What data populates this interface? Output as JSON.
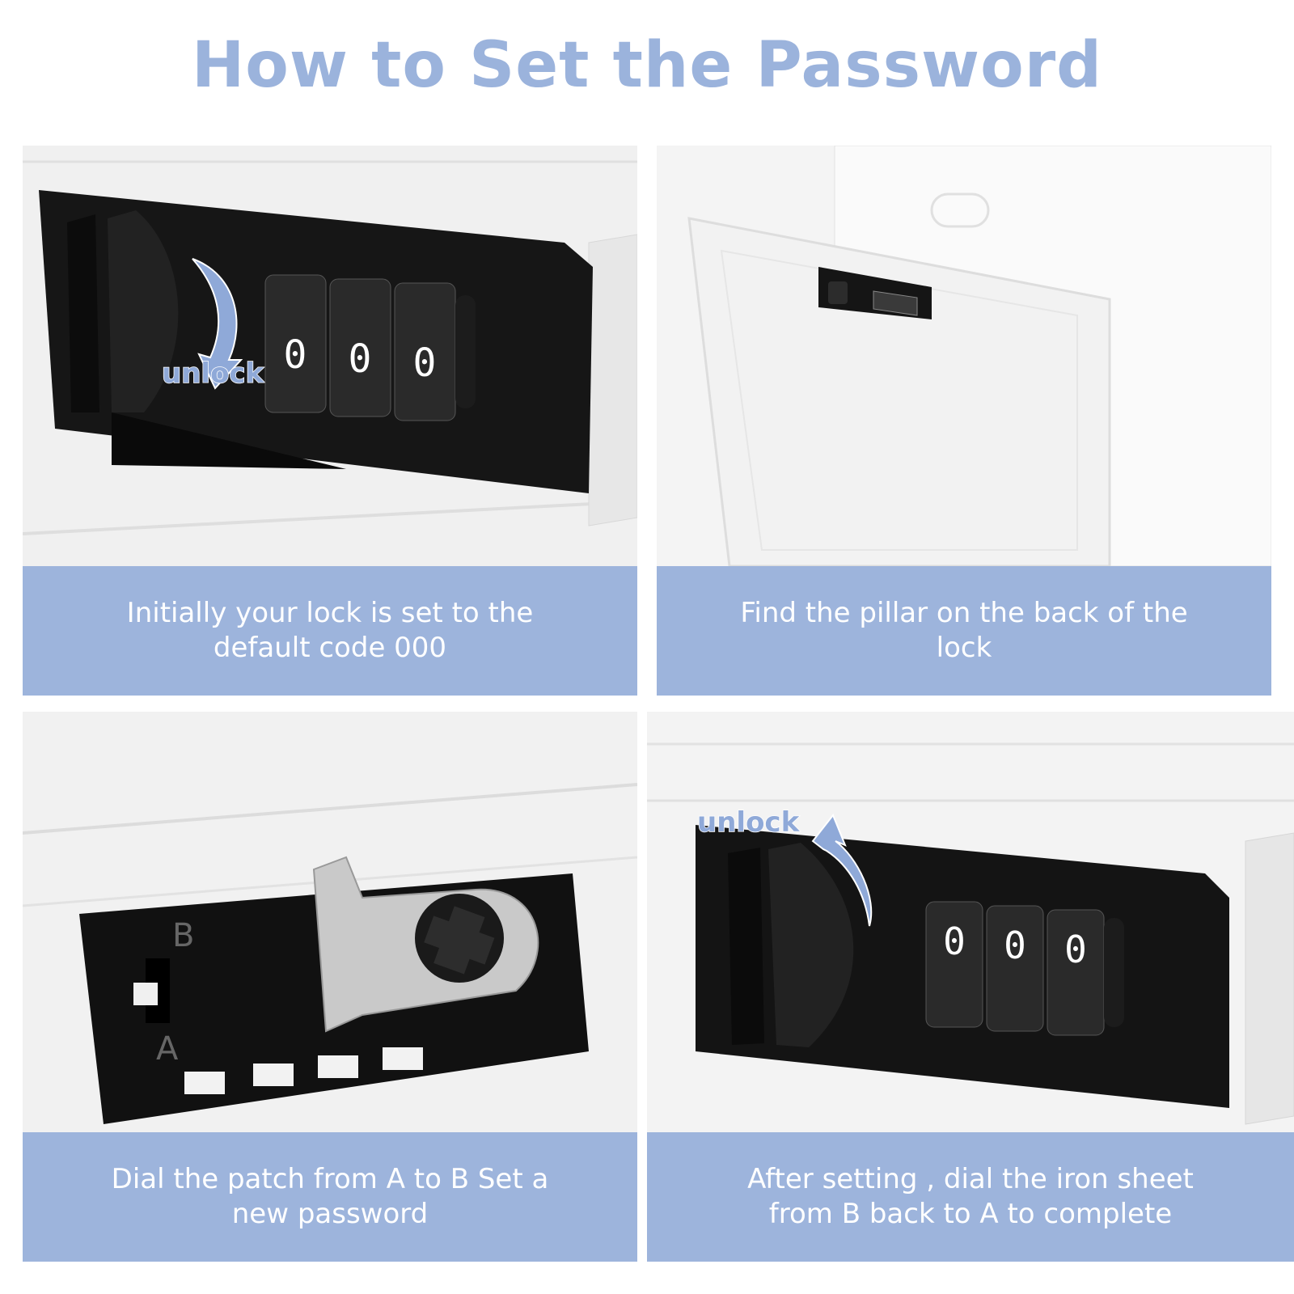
{
  "title": "How to Set the Password",
  "steps": [
    {
      "caption": "Initially your lock is set to the default code 000",
      "annotation": "unlock",
      "dials": [
        "0",
        "0",
        "0"
      ]
    },
    {
      "caption": "Find the pillar on the back of the lock"
    },
    {
      "caption": "Dial the patch from A to B Set a new password",
      "switch_labels": [
        "B",
        "A"
      ]
    },
    {
      "caption": "After setting , dial the iron sheet from B back to A to complete",
      "annotation": "unlock",
      "dials": [
        "0",
        "0",
        "0"
      ]
    }
  ],
  "colors": {
    "accent": "#9bb3dc",
    "caption_bg": "#9db4dc",
    "lock_body": "#1a1a1a"
  }
}
